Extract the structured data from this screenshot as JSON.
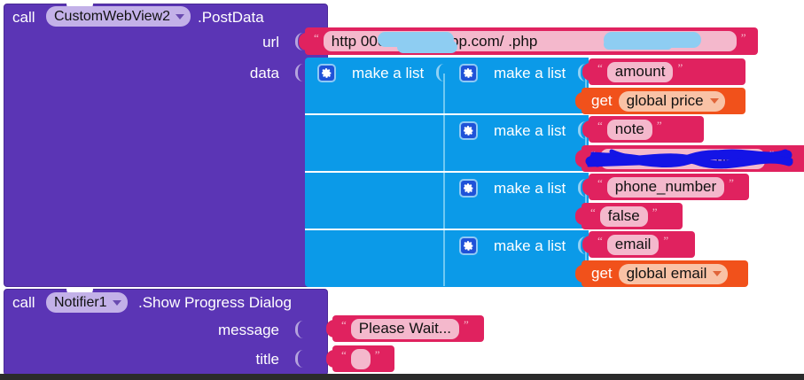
{
  "editor": {
    "name": "app-inventor-blocks-editor",
    "canvas_background": "#ffffff"
  },
  "colors": {
    "purple_block": "#5b35b5",
    "cyan_block": "#0b9ae8",
    "magenta_text_block": "#e0225f",
    "orange_variable_block": "#f1511b",
    "text_field": "#f4b8cc",
    "variable_field": "#f9c2a6",
    "dropdown_field": "#c3b1e8",
    "redaction_light_blue": "#8ecdf2",
    "redaction_scribble_blue": "#1414e6"
  },
  "blocks": {
    "postdata": {
      "call_keyword": "call",
      "component": "CustomWebView2",
      "method": ".PostData",
      "sockets": {
        "url_label": "url",
        "data_label": "data"
      },
      "url_value": "http                    000webhostapp.com/                  .php",
      "url_value_visible_parts": [
        "http",
        "000webhostapp.com/",
        ".php"
      ],
      "url_redacted": true
    },
    "make_a_list_outer": {
      "label": "make a list",
      "mutator_icon": "gear-icon"
    },
    "list_items": [
      {
        "label": "make a list",
        "mutator_icon": "gear-icon",
        "key": "amount",
        "key_redacted": false,
        "value_kind": "get",
        "value_get_keyword": "get",
        "value_variable": "global price"
      },
      {
        "label": "make a list",
        "mutator_icon": "gear-icon",
        "key": "note",
        "key_redacted": false,
        "value_kind": "text",
        "value_text": "scription",
        "value_redacted": true
      },
      {
        "label": "make a list",
        "mutator_icon": "gear-icon",
        "key": "phone_number",
        "key_redacted": false,
        "value_kind": "text",
        "value_text": "false",
        "value_redacted": false
      },
      {
        "label": "make a list",
        "mutator_icon": "gear-icon",
        "key": "email",
        "key_redacted": false,
        "value_kind": "get",
        "value_get_keyword": "get",
        "value_variable": "global email"
      }
    ],
    "progress_dialog": {
      "call_keyword": "call",
      "component": "Notifier1",
      "method": ".Show Progress Dialog",
      "sockets": {
        "message_label": "message",
        "title_label": "title"
      },
      "message_value": "Please Wait...",
      "title_value": ""
    }
  }
}
